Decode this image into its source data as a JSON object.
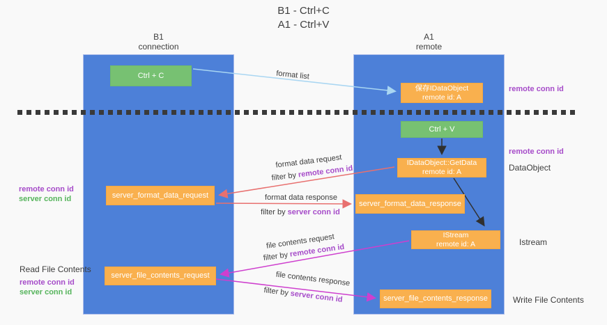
{
  "title": {
    "line1": "B1 - Ctrl+C",
    "line2": "A1 - Ctrl+V"
  },
  "lanes": {
    "left": {
      "name": "B1",
      "role": "connection"
    },
    "right": {
      "name": "A1",
      "role": "remote"
    }
  },
  "boxes": {
    "ctrl_c": {
      "label": "Ctrl + C"
    },
    "ctrl_v": {
      "label": "Ctrl + V"
    },
    "save_dataobject": {
      "line1": "保存IDataObject",
      "line2": "remote id: A"
    },
    "getdata": {
      "line1": "IDataObject::GetData",
      "line2": "remote id: A"
    },
    "istream": {
      "line1": "IStream",
      "line2": "remote id: A"
    },
    "server_format_data_request": {
      "label": "server_format_data_request"
    },
    "server_format_data_response": {
      "label": "server_format_data_response"
    },
    "server_file_contents_request": {
      "label": "server_file_contents_request"
    },
    "server_file_contents_response": {
      "label": "server_file_contents_response"
    }
  },
  "annotations": {
    "remote_conn_id_top_right": "remote conn id",
    "remote_conn_id_mid_right": "remote conn id",
    "dataobject": "DataObject",
    "istream": "Istream",
    "write_file_contents": "Write File Contents",
    "read_file_contents": "Read File Contents",
    "left_remote_conn_id_1": "remote conn id",
    "left_server_conn_id_1": "server conn id",
    "left_remote_conn_id_2": "remote conn id",
    "left_server_conn_id_2": "server conn id"
  },
  "arrow_labels": {
    "format_list": "format list",
    "format_data_request": "format data request",
    "format_data_response": "format data response",
    "file_contents_request": "file contents request",
    "file_contents_response": "file contents response",
    "filter_by": "filter by",
    "remote_conn_id": "remote conn id",
    "server_conn_id": "server conn id"
  },
  "colors": {
    "lane_blue": "#4d80d8",
    "box_orange": "#f9b04e",
    "box_green": "#77c172",
    "arrow_red": "#e8706f",
    "arrow_magenta": "#ce3fce",
    "arrow_light_blue": "#a9d6f2",
    "arrow_black": "#303030",
    "text_purple": "#a64cc9",
    "text_green": "#56b45c"
  }
}
